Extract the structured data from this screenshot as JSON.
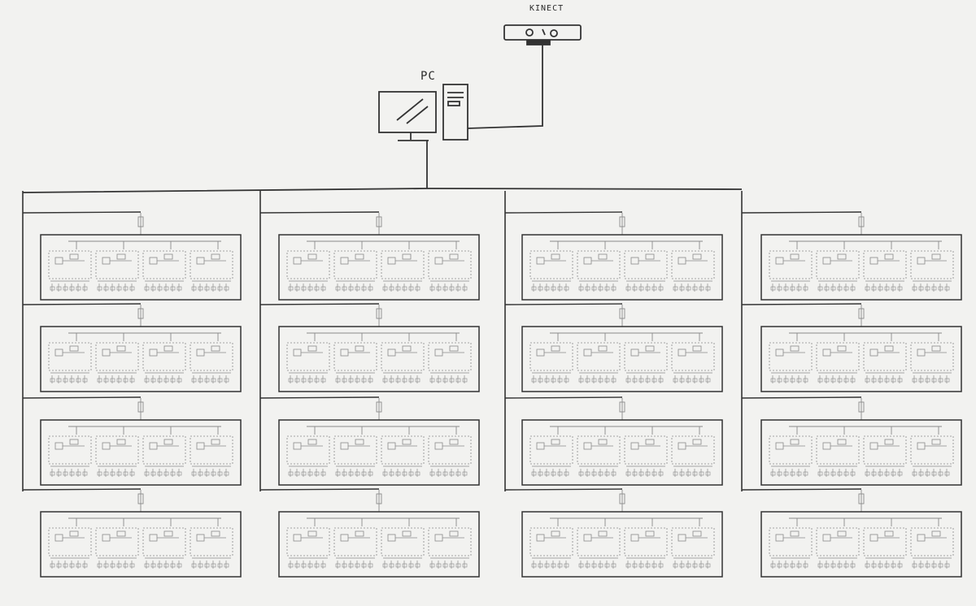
{
  "labels": {
    "kinect": "KINECT",
    "pc": "PC"
  },
  "grid": {
    "columns": 4,
    "rows": 4,
    "modules_per_panel": 4
  },
  "colors": {
    "paper": "#f2f2f0",
    "ink": "#333333",
    "faint_ink": "#8a8a8a"
  }
}
